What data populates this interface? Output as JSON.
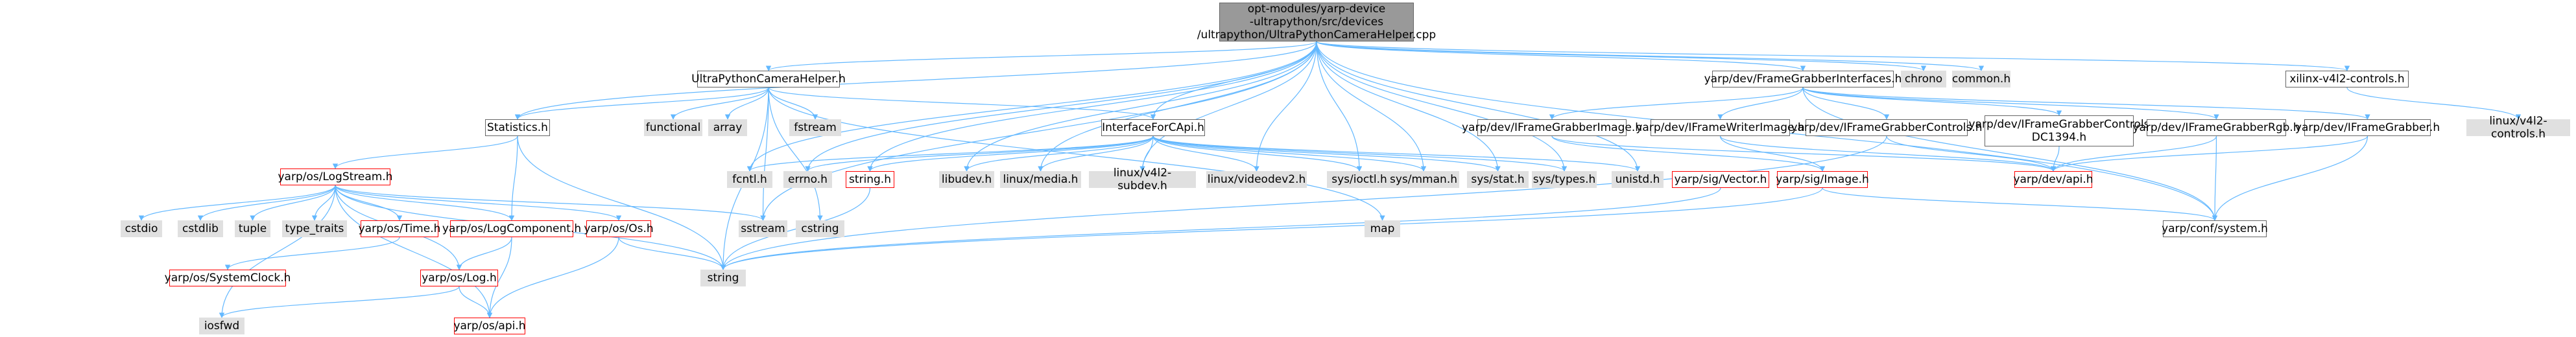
{
  "graph": {
    "nodes": {
      "root": "opt-modules/yarp-device\n-ultrapython/src/devices\n/ultrapython/UltraPythonCameraHelper.cpp",
      "statistics": "Statistics.h",
      "helper": "UltraPythonCameraHelper.h",
      "fg_interfaces": "yarp/dev/FrameGrabberInterfaces.h",
      "chrono": "chrono",
      "common": "common.h",
      "xlnx": "xilinx-v4l2-controls.h",
      "functional": "functional",
      "array": "array",
      "fstream": "fstream",
      "interface_capi": "InterfaceForCApi.h",
      "fg_image": "yarp/dev/IFrameGrabberImage.h",
      "fg_writer": "yarp/dev/IFrameWriterImage.h",
      "fg_controls": "yarp/dev/IFrameGrabberControls.h",
      "fg_controls_dc": "yarp/dev/IFrameGrabberControls\nDC1394.h",
      "fg_rgb": "yarp/dev/IFrameGrabberRgb.h",
      "fg": "yarp/dev/IFrameGrabber.h",
      "linux_v4l2_controls": "linux/v4l2-controls.h",
      "log_stream": "yarp/os/LogStream.h",
      "fcntl": "fcntl.h",
      "errno": "errno.h",
      "string_h": "string.h",
      "libudev": "libudev.h",
      "linux_media": "linux/media.h",
      "v4l2_subdev": "linux/v4l2-subdev.h",
      "videodev2": "linux/videodev2.h",
      "ioctl": "sys/ioctl.h",
      "mman": "sys/mman.h",
      "stat": "sys/stat.h",
      "types": "sys/types.h",
      "unistd": "unistd.h",
      "sig_vector": "yarp/sig/Vector.h",
      "sig_image": "yarp/sig/Image.h",
      "dev_api": "yarp/dev/api.h",
      "cstdio": "cstdio",
      "cstdlib": "cstdlib",
      "tuple": "tuple",
      "type_traits": "type_traits",
      "os_time": "yarp/os/Time.h",
      "log_component": "yarp/os/LogComponent.h",
      "os_os": "yarp/os/Os.h",
      "sstream": "sstream",
      "cstring": "cstring",
      "map": "map",
      "conf_system": "yarp/conf/system.h",
      "system_clock": "yarp/os/SystemClock.h",
      "string": "string",
      "os_log": "yarp/os/Log.h",
      "iosfwd": "iosfwd",
      "os_api": "yarp/os/api.h"
    }
  },
  "colors": {
    "edge": "#63b8ff",
    "root_fill": "#999999",
    "doc_border": "#666666",
    "missing_border": "#ff0000",
    "system_fill": "#e0e0e0"
  }
}
